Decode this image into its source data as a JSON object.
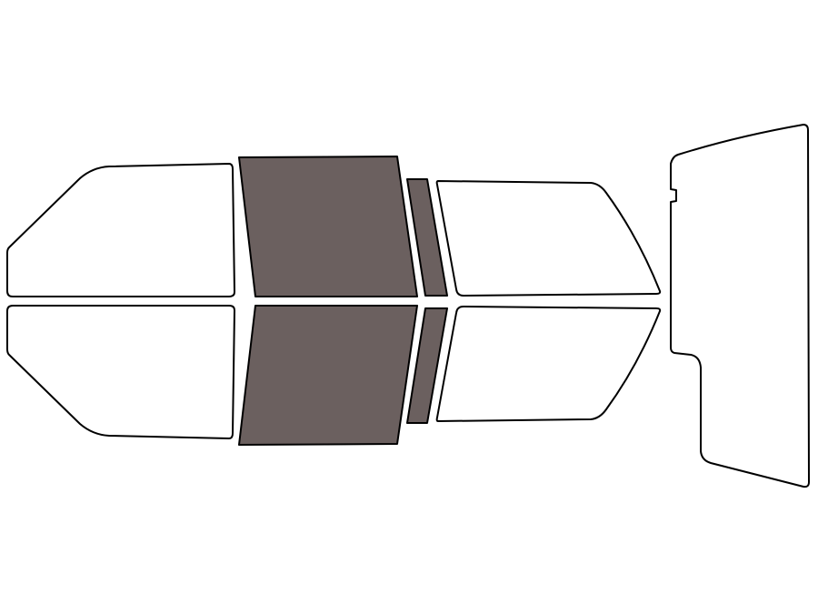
{
  "colors": {
    "background": "#ffffff",
    "outline": "#000000",
    "unselected_fill": "#ffffff",
    "selected_fill": "#6b605f"
  },
  "windows": [
    {
      "id": "top-windshield-half",
      "selected": false
    },
    {
      "id": "top-front-door-window",
      "selected": true
    },
    {
      "id": "top-front-vent-window",
      "selected": true
    },
    {
      "id": "top-rear-door-window",
      "selected": false
    },
    {
      "id": "bottom-windshield-half",
      "selected": false
    },
    {
      "id": "bottom-front-door-window",
      "selected": true
    },
    {
      "id": "bottom-front-vent-window",
      "selected": true
    },
    {
      "id": "bottom-rear-door-window",
      "selected": false
    },
    {
      "id": "rear-window",
      "selected": false
    }
  ]
}
